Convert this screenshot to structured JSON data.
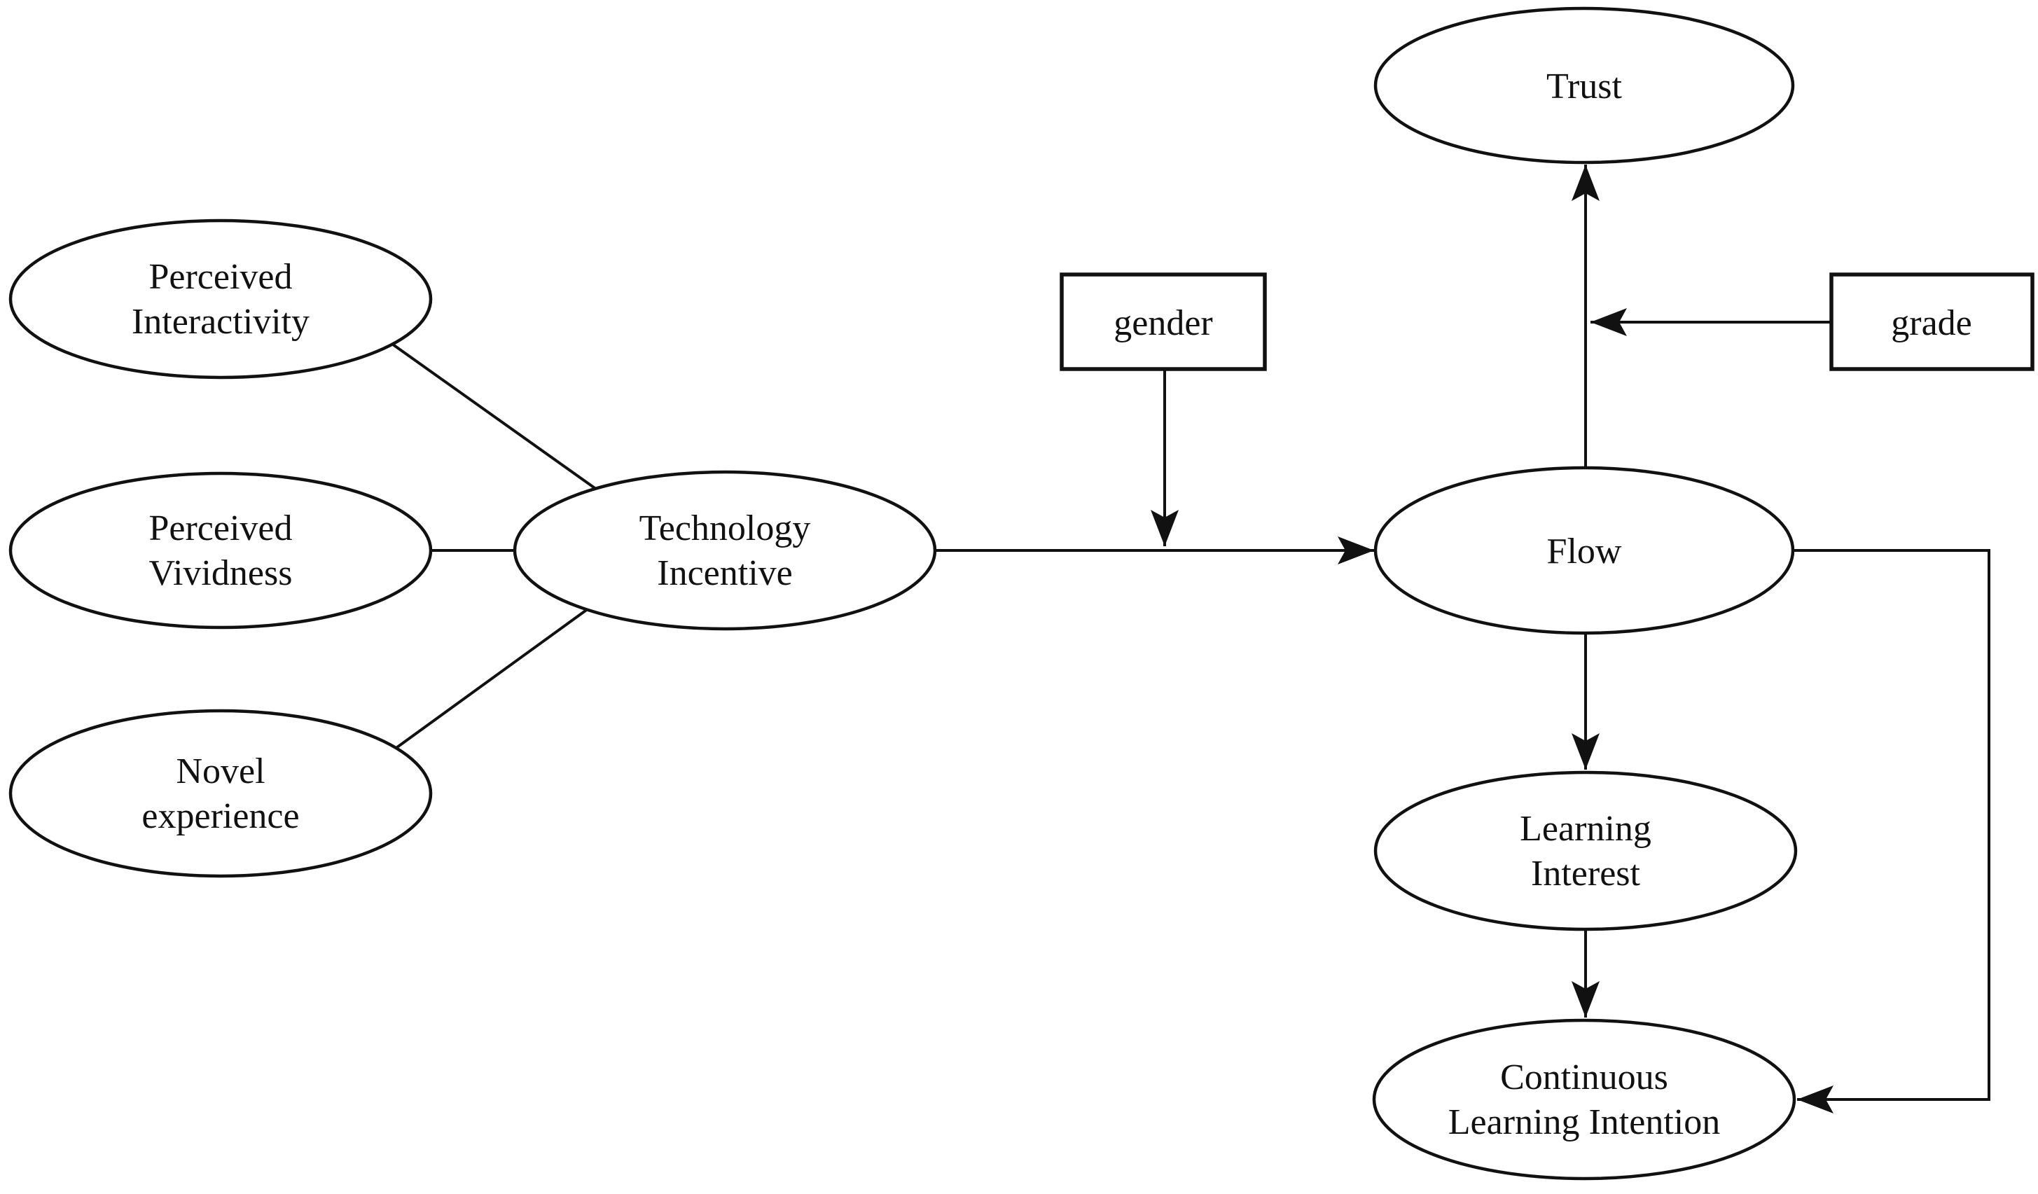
{
  "diagram": {
    "colors": {
      "background": "#ffffff",
      "stroke": "#111111",
      "text": "#111111"
    },
    "nodes": {
      "perceived_interactivity": {
        "shape": "ellipse",
        "line1": "Perceived",
        "line2": "Interactivity"
      },
      "perceived_vividness": {
        "shape": "ellipse",
        "line1": "Perceived",
        "line2": "Vividness"
      },
      "novel_experience": {
        "shape": "ellipse",
        "line1": "Novel",
        "line2": "experience"
      },
      "technology_incentive": {
        "shape": "ellipse",
        "line1": "Technology",
        "line2": "Incentive"
      },
      "trust": {
        "shape": "ellipse",
        "label": "Trust"
      },
      "flow": {
        "shape": "ellipse",
        "label": "Flow"
      },
      "learning_interest": {
        "shape": "ellipse",
        "line1": "Learning",
        "line2": "Interest"
      },
      "continuous_learning_intention": {
        "shape": "ellipse",
        "line1": "Continuous",
        "line2": "Learning Intention"
      },
      "gender": {
        "shape": "rect",
        "label": "gender"
      },
      "grade": {
        "shape": "rect",
        "label": "grade"
      }
    },
    "edges": [
      {
        "from": "perceived_interactivity",
        "to": "technology_incentive",
        "arrow": false
      },
      {
        "from": "perceived_vividness",
        "to": "technology_incentive",
        "arrow": false
      },
      {
        "from": "novel_experience",
        "to": "technology_incentive",
        "arrow": false
      },
      {
        "from": "technology_incentive",
        "to": "flow",
        "arrow": true
      },
      {
        "from": "gender",
        "to": "technology_incentive-flow-path",
        "arrow": true,
        "note": "moderator arrow pointing down onto the horizontal path"
      },
      {
        "from": "flow",
        "to": "trust",
        "arrow": true
      },
      {
        "from": "grade",
        "to": "flow-trust-path",
        "arrow": true,
        "note": "moderator arrow pointing left onto the vertical path"
      },
      {
        "from": "flow",
        "to": "learning_interest",
        "arrow": true
      },
      {
        "from": "learning_interest",
        "to": "continuous_learning_intention",
        "arrow": true
      },
      {
        "from": "flow",
        "to": "continuous_learning_intention",
        "arrow": true,
        "note": "elbow path along right side"
      }
    ]
  }
}
